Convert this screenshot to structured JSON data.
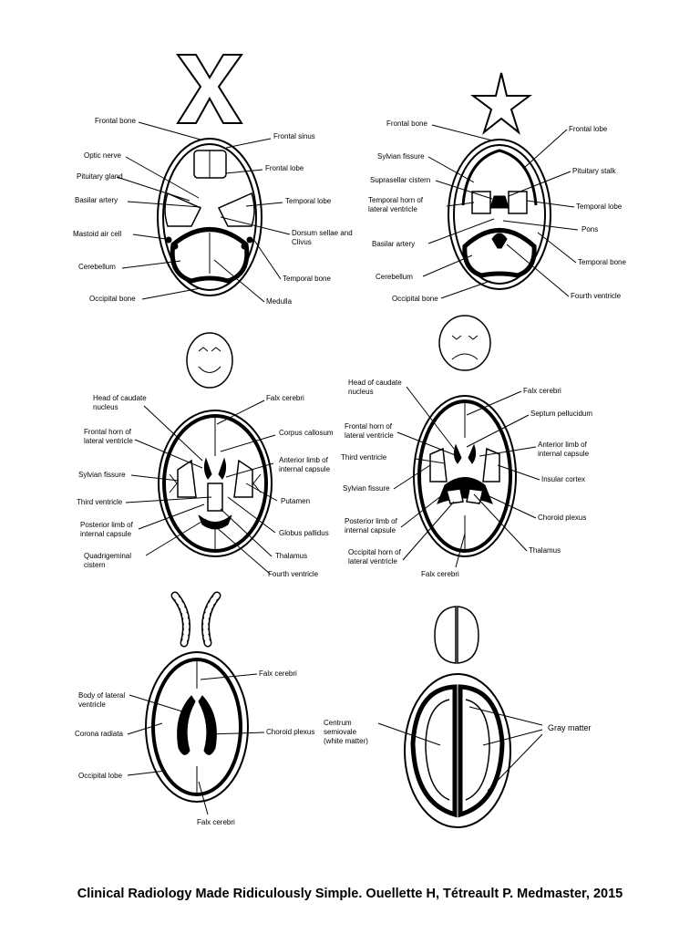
{
  "panels": [
    {
      "id": "p1",
      "icon": "x-icon",
      "labels": [
        "Frontal bone",
        "Frontal sinus",
        "Optic nerve",
        "Pituitary gland",
        "Frontal lobe",
        "Basilar artery",
        "Temporal lobe",
        "Mastoid air cell",
        "Dorsum sellae and",
        "Clivus",
        "Cerebellum",
        "Temporal bone",
        "Occipital bone",
        "Medulla"
      ]
    },
    {
      "id": "p2",
      "icon": "star-icon",
      "labels": [
        "Frontal bone",
        "Frontal lobe",
        "Sylvian fissure",
        "Pituitary stalk",
        "Suprasellar cistern",
        "Temporal horn of",
        "lateral ventricle",
        "Temporal lobe",
        "Pons",
        "Basilar artery",
        "Temporal bone",
        "Cerebellum",
        "Occipital bone",
        "Fourth ventricle"
      ]
    },
    {
      "id": "p3",
      "icon": "smiley-face-icon",
      "labels": [
        "Head of caudate",
        "nucleus",
        "Falx cerebri",
        "Corpus callosum",
        "Frontal horn of",
        "lateral ventricle",
        "Anterior limb of",
        "internal capsule",
        "Sylvian fissure",
        "Putamen",
        "Third ventricle",
        "Globus pallidus",
        "Posterior limb of",
        "internal capsule",
        "Thalamus",
        "Quadrigeminal",
        "cistern",
        "Fourth ventricle"
      ]
    },
    {
      "id": "p4",
      "icon": "sad-face-icon",
      "labels": [
        "Head of caudate",
        "nucleus",
        "Falx cerebri",
        "Septum pellucidum",
        "Frontal horn of",
        "lateral ventricle",
        "Anterior limb of",
        "internal capsule",
        "Third ventricle",
        "Insular cortex",
        "Sylvian fissure",
        "Choroid plexus",
        "Posterior limb of",
        "internal capsule",
        "Thalamus",
        "Occipital horn of",
        "lateral ventricle",
        "Falx cerebri"
      ]
    },
    {
      "id": "p5",
      "icon": "worms-icon",
      "labels": [
        "Falx cerebri",
        "Body of lateral",
        "ventricle",
        "Corona radiata",
        "Choroid plexus",
        "Occipital lobe",
        "Falx cerebri"
      ]
    },
    {
      "id": "p6",
      "icon": "brain-hemispheres-icon",
      "labels": [
        "Gray matter",
        "Centrum",
        "semiovale",
        "(white matter)"
      ]
    }
  ],
  "citation": "Clinical Radiology Made Ridiculously Simple. Ouellette H, Tétreault P. Medmaster, 2015"
}
